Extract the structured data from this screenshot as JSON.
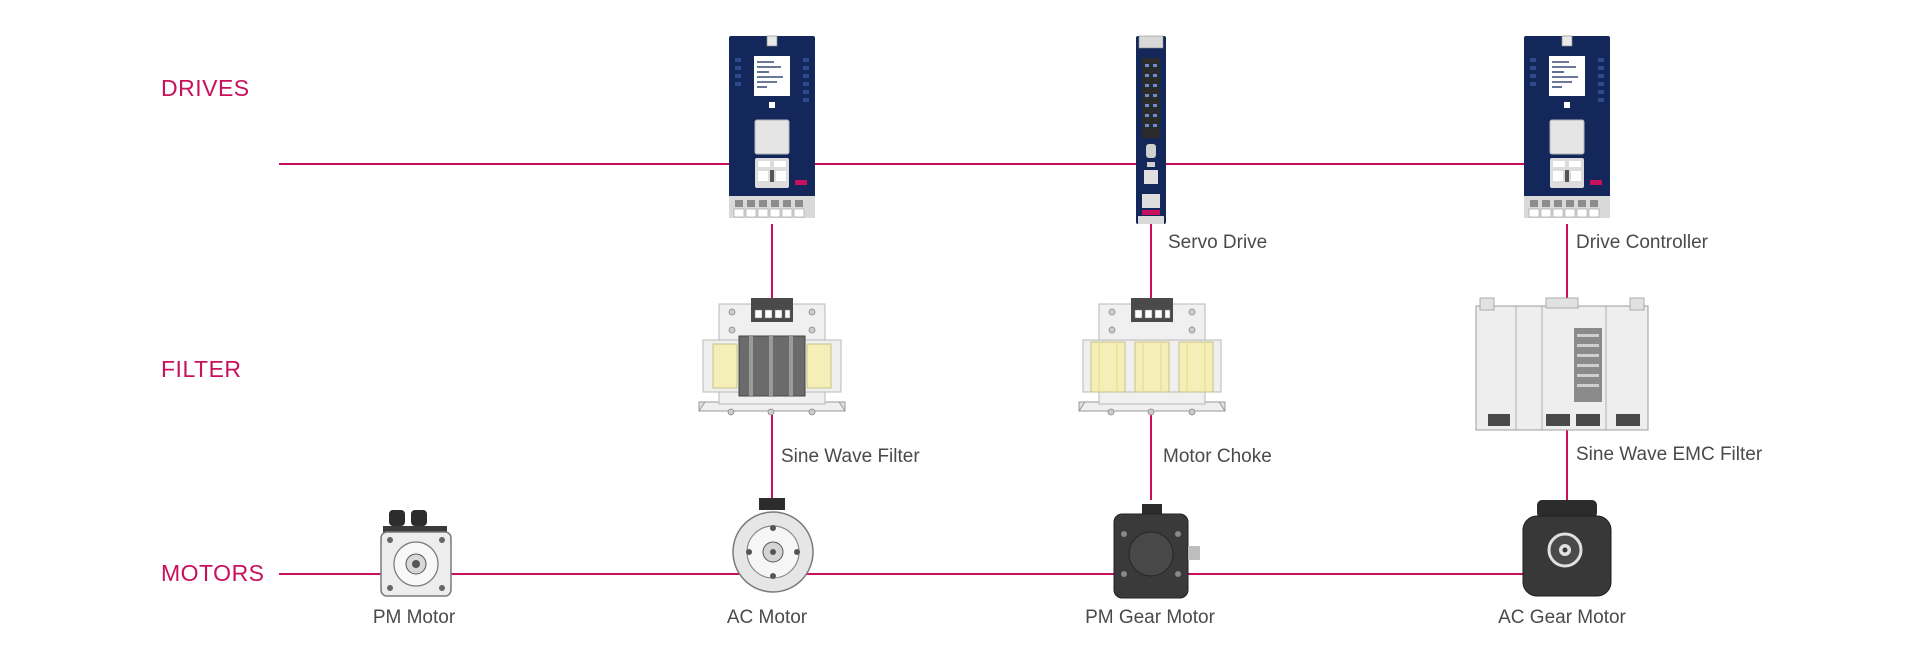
{
  "colors": {
    "accent": "#c8105c",
    "drive_blue": "#13275a",
    "filter_gray": "#e6e6e6",
    "coil_yellow": "#f4efb7",
    "motor_dark": "#2f2f2f",
    "text_gray": "#4a4a4a"
  },
  "rows": {
    "drives": "DRIVES",
    "filter": "FILTER",
    "motors": "MOTORS"
  },
  "devices": {
    "servo_drive": "Servo Drive",
    "drive_controller": "Drive Controller",
    "sine_wave_filter": "Sine Wave Filter",
    "motor_choke": "Motor Choke",
    "sine_wave_emc_filter": "Sine Wave EMC Filter",
    "pm_motor": "PM Motor",
    "ac_motor": "AC Motor",
    "pm_gear_motor": "PM Gear Motor",
    "ac_gear_motor": "AC Gear Motor"
  },
  "icons": {
    "drive_1": "frequency-inverter-drive-icon",
    "servo": "servo-drive-icon",
    "drive_2": "drive-controller-icon",
    "filter_1": "sine-wave-filter-icon",
    "filter_2": "motor-choke-icon",
    "filter_3": "emc-filter-icon",
    "motor_1": "pm-motor-icon",
    "motor_2": "ac-motor-icon",
    "motor_3": "pm-gear-motor-icon",
    "motor_4": "ac-gear-motor-icon"
  }
}
